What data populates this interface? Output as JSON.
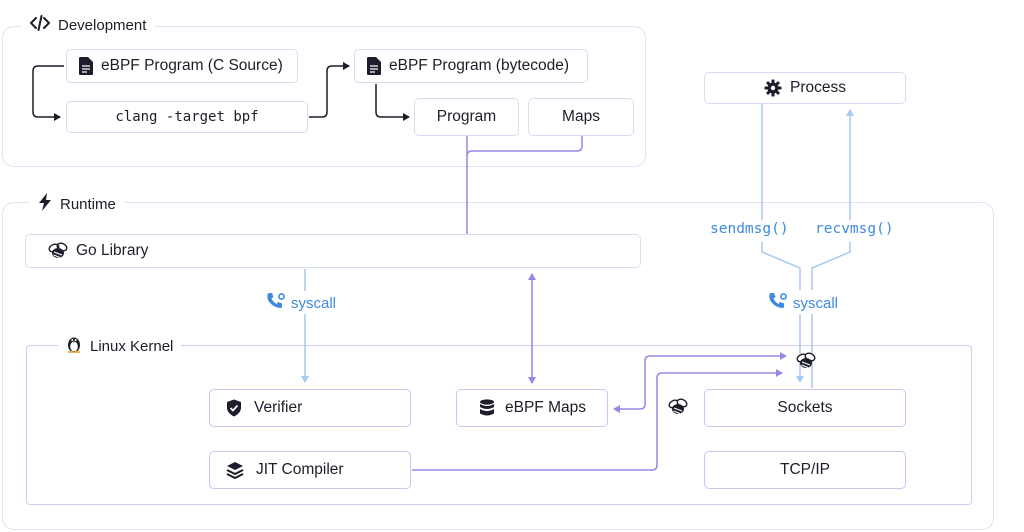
{
  "sections": {
    "development": "Development",
    "runtime": "Runtime",
    "kernel": "Linux Kernel"
  },
  "dev": {
    "c_source": "eBPF Program (C Source)",
    "clang": "clang -target bpf",
    "bytecode": "eBPF Program (bytecode)",
    "program": "Program",
    "maps": "Maps"
  },
  "runtime": {
    "go_library": "Go Library",
    "syscall_left": "syscall",
    "syscall_right": "syscall",
    "sendmsg": "sendmsg()",
    "recvmsg": "recvmsg()"
  },
  "process": "Process",
  "kernel": {
    "verifier": "Verifier",
    "jit": "JIT Compiler",
    "ebpf_maps": "eBPF Maps",
    "sockets": "Sockets",
    "tcpip": "TCP/IP"
  },
  "colors": {
    "purple": "#9b86e6",
    "blue": "#a8c9ef",
    "border": "#d6ddf1",
    "syscall_text": "#3f8ae0"
  }
}
